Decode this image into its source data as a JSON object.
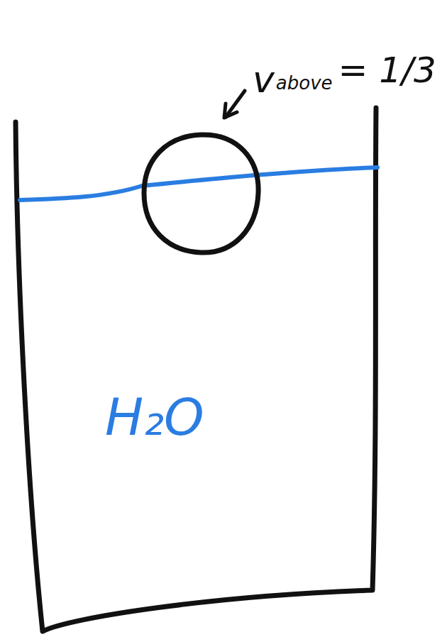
{
  "diagram": {
    "labels": [
      "v",
      "above",
      "= 1/3",
      "H₂O"
    ]
  }
}
